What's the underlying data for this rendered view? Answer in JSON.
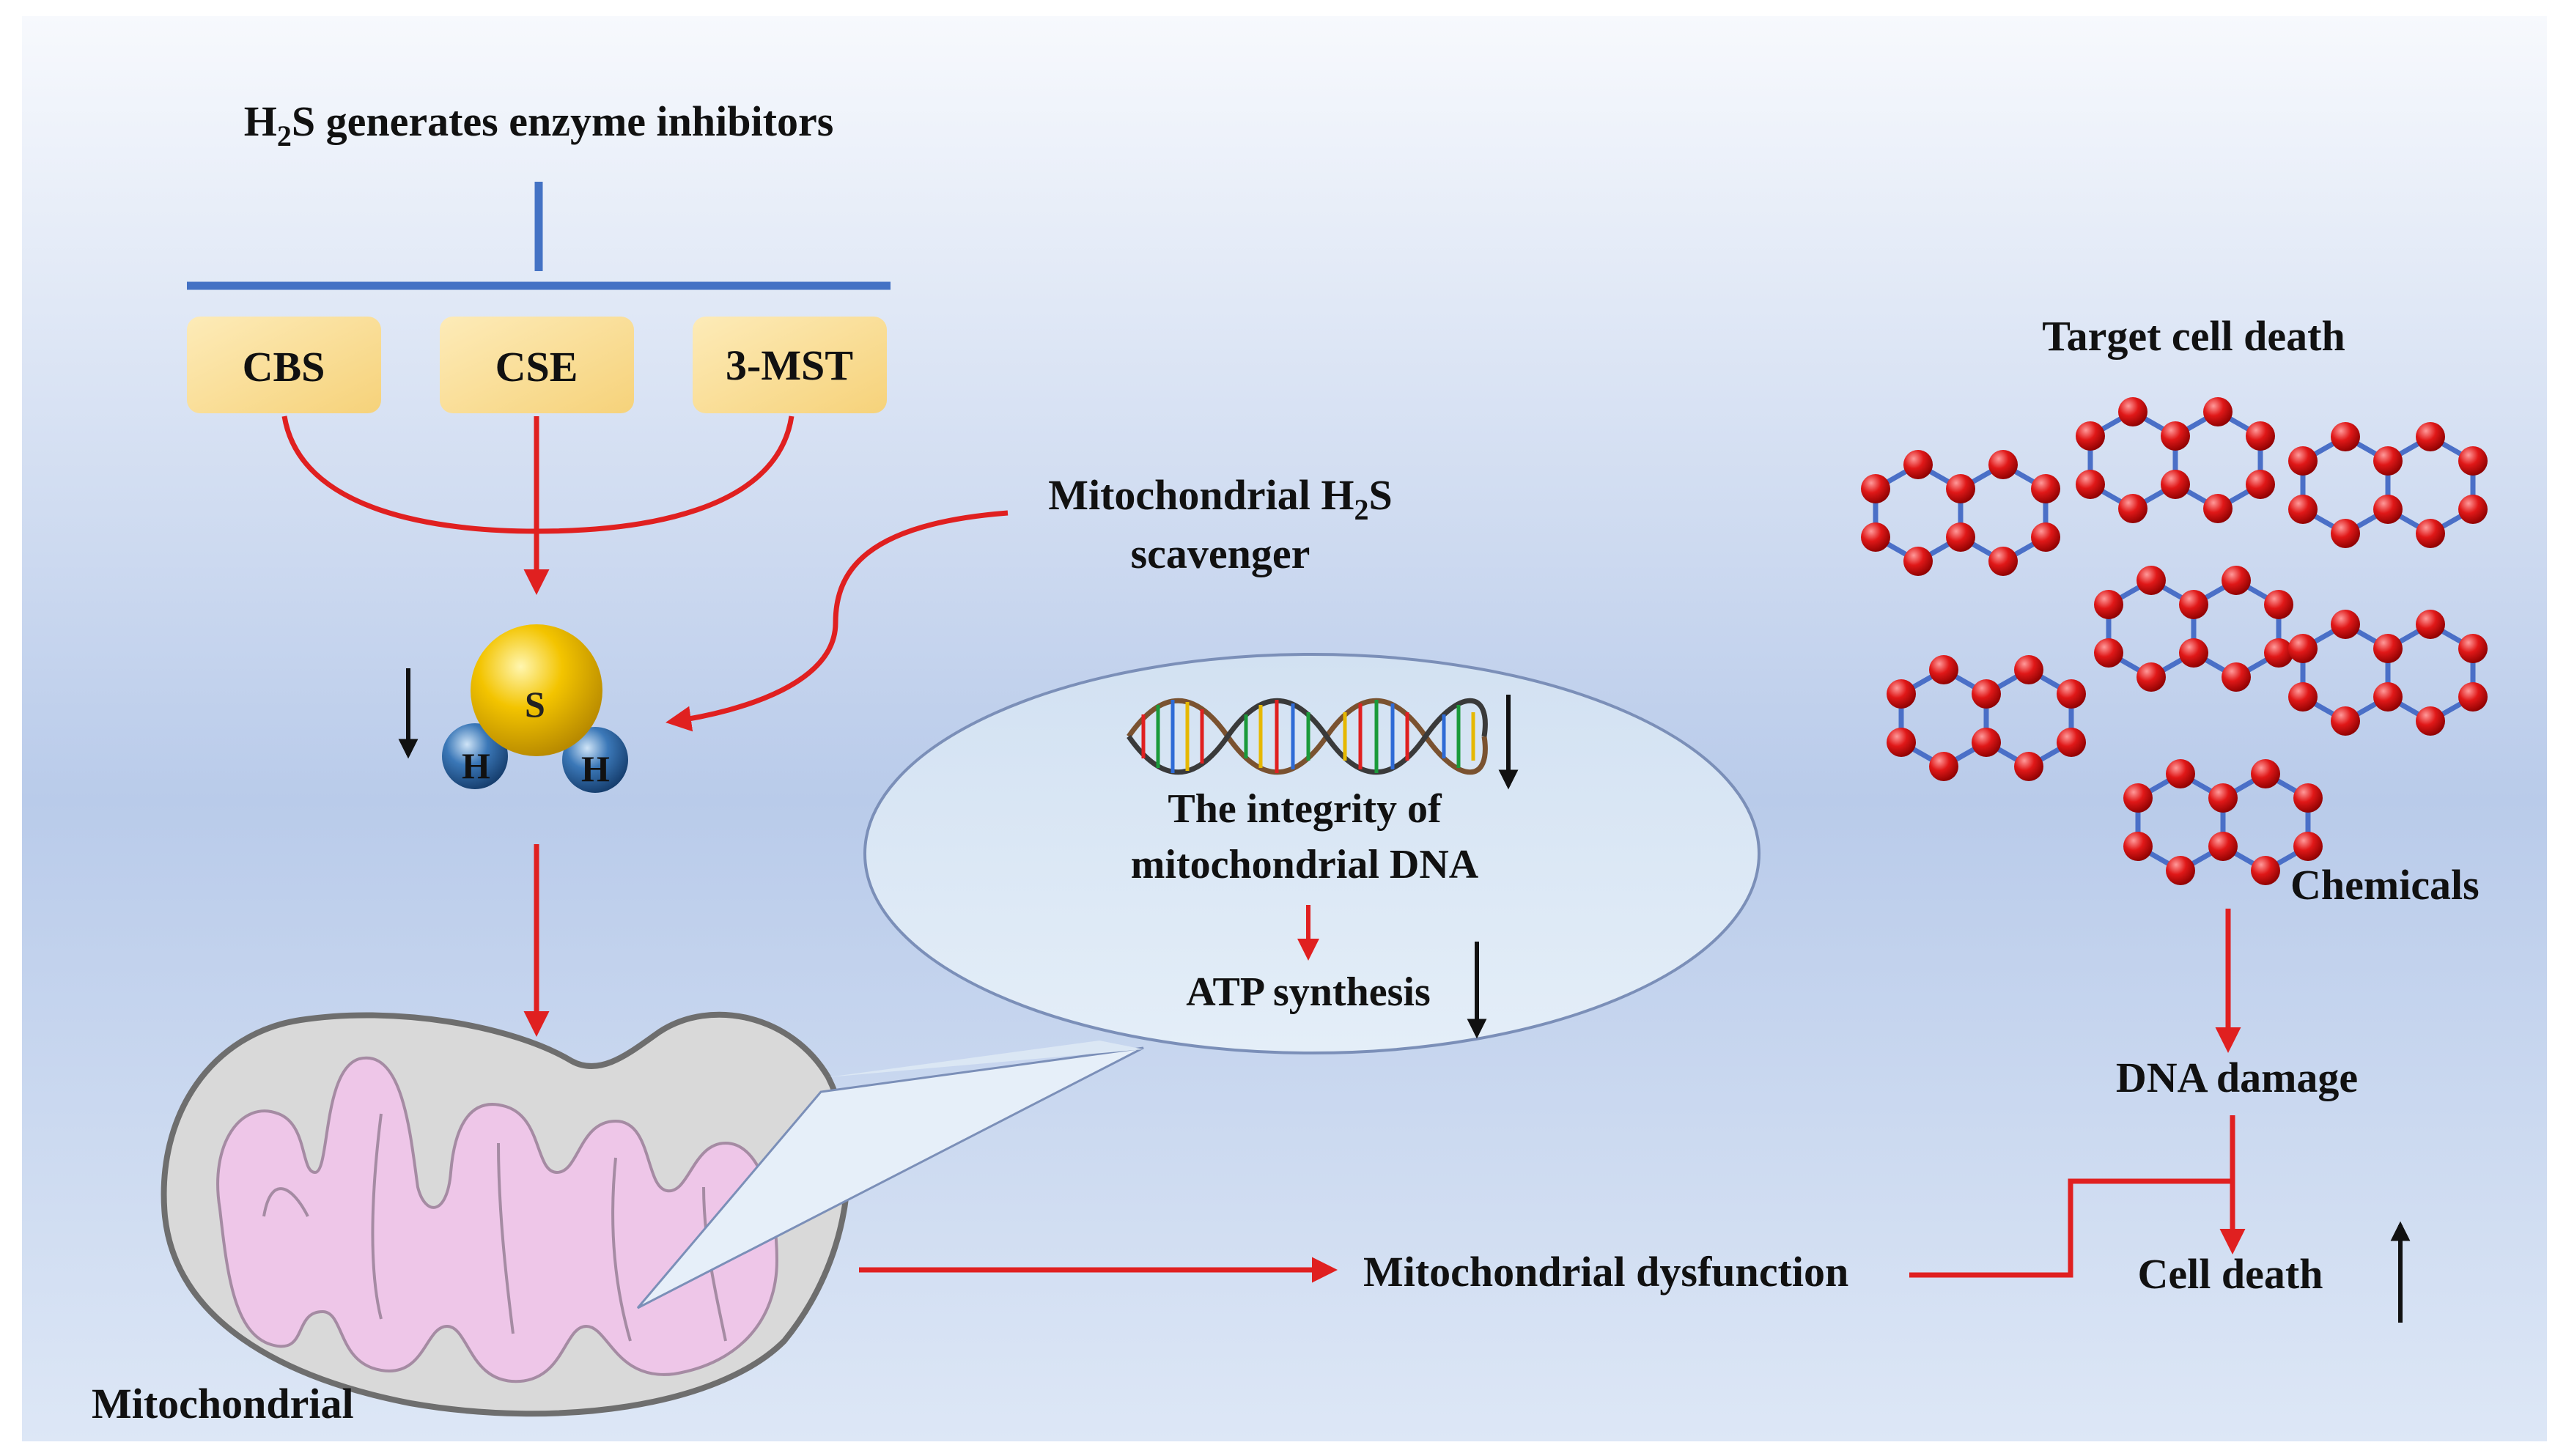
{
  "header": {
    "title_prefix": "H",
    "title_sub": "2",
    "title_rest": "S generates enzyme  inhibitors"
  },
  "enzymes": [
    "CBS",
    "CSE",
    "3-MST"
  ],
  "molecule": {
    "center_atom": "S",
    "side_atoms": [
      "H",
      "H"
    ],
    "trend": "down"
  },
  "scavenger": {
    "line1_prefix": "Mitochondrial H",
    "line1_sub": "2",
    "line1_rest": "S",
    "line2": "scavenger"
  },
  "bubble": {
    "dna_line1": "The integrity of",
    "dna_line2": "mitochondrial DNA",
    "dna_trend": "down",
    "atp": "ATP synthesis",
    "atp_trend": "down"
  },
  "mitochondrion_label": "Mitochondrial",
  "dysfunction_label": "Mitochondrial dysfunction",
  "target_title": "Target cell death",
  "chemicals_label": "Chemicals",
  "dna_damage_label": "DNA  damage",
  "cell_death": {
    "label": "Cell death",
    "trend": "up"
  },
  "colors": {
    "arrow_red": "#e02020",
    "inhibitor_blue": "#4472c4",
    "enzyme_box": "#fbe4a8",
    "sulfur": "#f2c200",
    "hydrogen": "#3b78b8",
    "atom_red": "#e01818",
    "bond_blue": "#4a6fc7",
    "matrix_pink": "#eec6e8",
    "bubble_fill": "#d8e6f4"
  }
}
